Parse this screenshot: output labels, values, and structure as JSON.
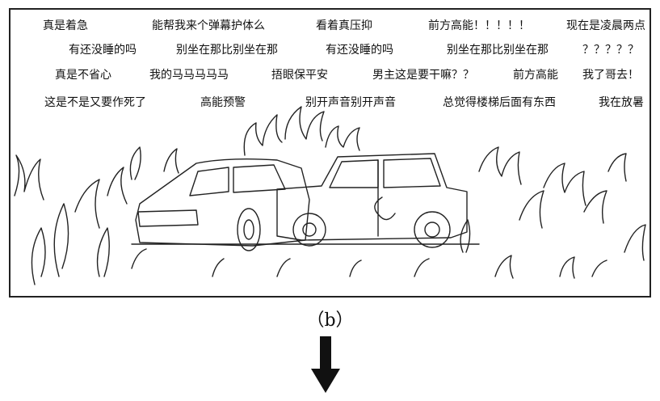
{
  "danmu_rows": [
    [
      "真是着急",
      "能帮我来个弹幕护体么",
      "看着真压抑",
      "前方高能！！！！！",
      "现在是凌晨两点"
    ],
    [
      "有还没睡的吗",
      "别坐在那比别坐在那",
      "有还没睡的吗",
      "别坐在那比别坐在那",
      "？？？？？"
    ],
    [
      "真是不省心",
      "我的马马马马马",
      "捂眼保平安",
      "男主这是要干嘛？？",
      "前方高能",
      "我了哥去！"
    ],
    [
      "这是不是又要作死了",
      "高能预警",
      "别开声音别开声音",
      "总觉得楼梯后面有东西",
      "我在放暑"
    ]
  ],
  "caption": "（b）",
  "icons": {
    "arrow": "down-arrow-icon"
  },
  "colors": {
    "ink": "#111111",
    "background": "#ffffff"
  }
}
